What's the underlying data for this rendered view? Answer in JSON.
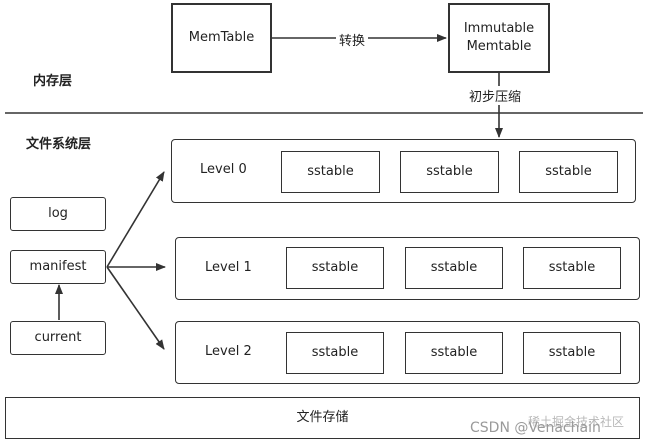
{
  "memory_layer": {
    "label": "内存层",
    "memtable": "MemTable",
    "immutable_line1": "Immutable",
    "immutable_line2": "Memtable",
    "convert_label": "转换",
    "compact_label": "初步压缩"
  },
  "fs_layer": {
    "label": "文件系统层",
    "log": "log",
    "manifest": "manifest",
    "current": "current",
    "levels": [
      {
        "name": "Level 0",
        "tables": [
          "sstable",
          "sstable",
          "sstable"
        ]
      },
      {
        "name": "Level 1",
        "tables": [
          "sstable",
          "sstable",
          "sstable"
        ]
      },
      {
        "name": "Level 2",
        "tables": [
          "sstable",
          "sstable",
          "sstable"
        ]
      }
    ]
  },
  "storage": {
    "label": "文件存储"
  },
  "watermark": "CSDN @Venachain",
  "watermark2": "稀土掘金技术社区"
}
